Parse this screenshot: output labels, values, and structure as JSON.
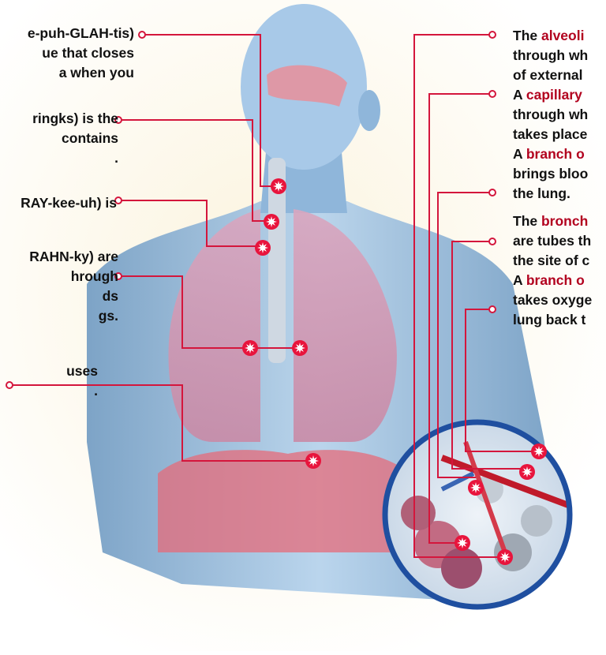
{
  "colors": {
    "leader_line": "#d4163c",
    "marker_fill": "#e8143c",
    "body": "#8fb9dc",
    "lung": "#d97b93",
    "zoom_ring": "#1f4fa0"
  },
  "labels_left": [
    {
      "id": "epiglottis",
      "lines": [
        "e-puh-GLAH-tis)",
        "ue that closes",
        "a when you"
      ]
    },
    {
      "id": "larynx",
      "lines": [
        "ringks) is the",
        "contains",
        "."
      ]
    },
    {
      "id": "trachea",
      "lines": [
        "RAY-kee-uh) is"
      ]
    },
    {
      "id": "bronchi",
      "lines": [
        "RAHN-ky) are",
        "hrough",
        "ds",
        "gs."
      ]
    },
    {
      "id": "diaphragm",
      "lines": [
        "",
        "",
        "uses",
        "."
      ]
    }
  ],
  "labels_right": [
    {
      "id": "alveoli",
      "prefix": "The ",
      "term": "alveoli",
      "rest": [
        "through wh",
        "of external"
      ]
    },
    {
      "id": "capillary",
      "prefix": "A ",
      "term": "capillary",
      "rest": [
        "through wh",
        "takes place"
      ]
    },
    {
      "id": "pulmonary-artery-branch",
      "prefix": "A ",
      "term": "branch o",
      "rest": [
        "brings bloo",
        "the lung."
      ]
    },
    {
      "id": "bronchioles",
      "prefix": "The ",
      "term": "bronch",
      "rest": [
        "are tubes th",
        "the site of c"
      ]
    },
    {
      "id": "pulmonary-vein-branch",
      "prefix": "A ",
      "term": "branch o",
      "rest": [
        "takes oxyge",
        "lung back t"
      ]
    }
  ]
}
